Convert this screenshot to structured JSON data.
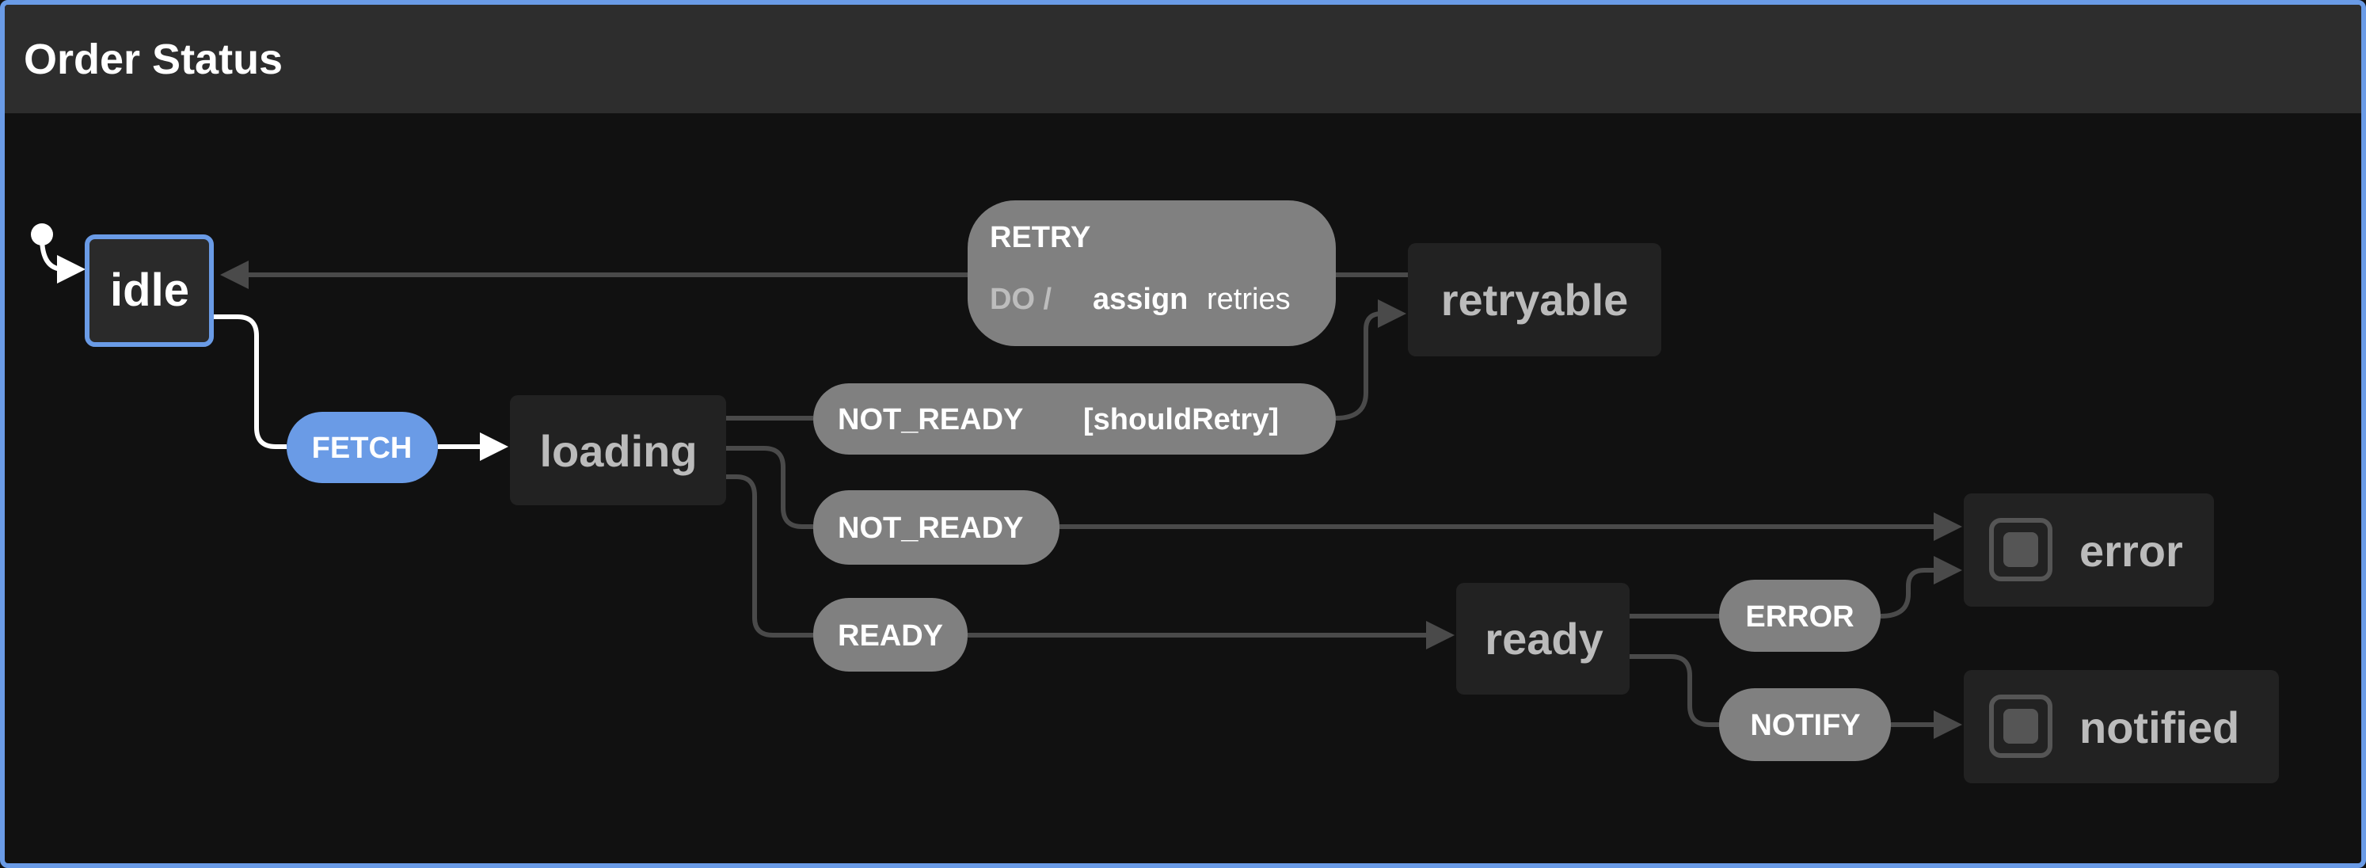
{
  "machine": {
    "title": "Order Status"
  },
  "colors": {
    "accent": "#6a9be6",
    "state_fill": "#222222",
    "event_fill": "#808080",
    "edge": "#4a4a4a",
    "background": "#111111",
    "header": "#2d2d2d"
  },
  "states": {
    "idle": {
      "label": "idle",
      "active": true,
      "initial": true
    },
    "loading": {
      "label": "loading"
    },
    "retryable": {
      "label": "retryable"
    },
    "ready": {
      "label": "ready"
    },
    "error": {
      "label": "error",
      "final": true
    },
    "notified": {
      "label": "notified",
      "final": true
    }
  },
  "transitions": {
    "fetch": {
      "event": "FETCH",
      "from": "idle",
      "to": "loading",
      "active": true
    },
    "retry": {
      "event": "RETRY",
      "from": "retryable",
      "to": "idle",
      "action_prefix": "DO /",
      "action_name": "assign",
      "action_target": "retries"
    },
    "not_ready_retry": {
      "event": "NOT_READY",
      "guard": "[shouldRetry]",
      "from": "loading",
      "to": "retryable"
    },
    "not_ready": {
      "event": "NOT_READY",
      "from": "loading",
      "to": "error"
    },
    "ready": {
      "event": "READY",
      "from": "loading",
      "to": "ready"
    },
    "error": {
      "event": "ERROR",
      "from": "ready",
      "to": "error"
    },
    "notify": {
      "event": "NOTIFY",
      "from": "ready",
      "to": "notified"
    }
  }
}
